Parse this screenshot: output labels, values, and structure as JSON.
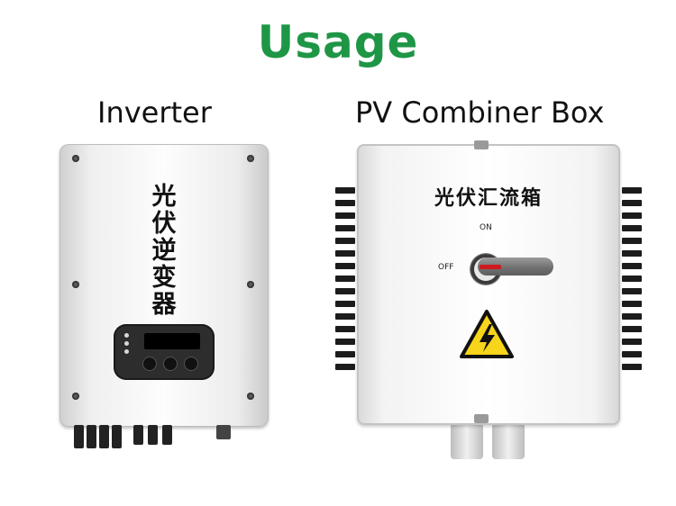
{
  "title": "Usage",
  "devices": {
    "inverter": {
      "label": "Inverter",
      "panel_text": "光伏逆变器"
    },
    "combiner": {
      "label": "PV Combiner Box",
      "panel_text": "光伏汇流箱",
      "switch_on": "ON",
      "switch_off": "OFF",
      "warning_icon": "high-voltage-warning-icon"
    }
  },
  "colors": {
    "title": "#1e9646",
    "warning_yellow": "#f7d51a",
    "switch_red": "#d0191f"
  }
}
